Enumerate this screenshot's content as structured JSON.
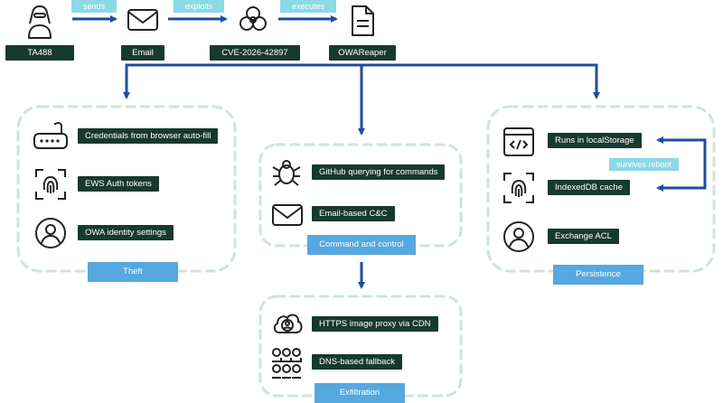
{
  "top_chain": {
    "nodes": [
      {
        "label": "TA488",
        "icon": "hacker-icon"
      },
      {
        "label": "Email",
        "icon": "envelope-icon"
      },
      {
        "label": "CVE-2026-42897",
        "icon": "biohazard-icon"
      },
      {
        "label": "OWAReaper",
        "icon": "document-icon"
      }
    ],
    "edges": [
      "sends",
      "exploits",
      "executes"
    ]
  },
  "theft": {
    "title": "Theft",
    "items": [
      {
        "label": "Credentials from browser auto-fill",
        "icon": "key-password-icon"
      },
      {
        "label": "EWS Auth tokens",
        "icon": "fingerprint-icon"
      },
      {
        "label": "OWA identity settings",
        "icon": "user-icon"
      }
    ]
  },
  "command_control": {
    "title": "Command and control",
    "items": [
      {
        "label": "GitHub querying for commands",
        "icon": "bug-icon"
      },
      {
        "label": "Email-based C&C",
        "icon": "envelope-icon"
      }
    ]
  },
  "persistence": {
    "title": "Persistence",
    "items": [
      {
        "label": "Runs in localStorage",
        "icon": "code-window-icon"
      },
      {
        "label": "IndexedDB cache",
        "icon": "fingerprint-icon"
      },
      {
        "label": "Exchange ACL",
        "icon": "user-icon"
      }
    ],
    "loop_label": "survives reboot"
  },
  "exfiltration": {
    "title": "Exfiltration",
    "items": [
      {
        "label": "HTTPS image proxy via CDN",
        "icon": "cloud-user-icon"
      },
      {
        "label": "DNS-based fallback",
        "icon": "network-grid-icon"
      }
    ]
  },
  "colors": {
    "arrow": "#1f4e99",
    "label_bg": "#163a2e",
    "edge_tag": "#8ad9e6",
    "group_tag": "#55a8e0",
    "dashed_border": "#cfe3da"
  }
}
